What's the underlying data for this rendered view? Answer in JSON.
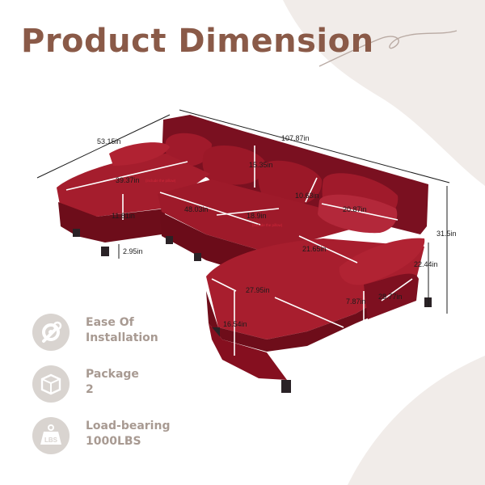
{
  "title": "Product Dimension",
  "colors": {
    "title": "#8a5a48",
    "sofa": "#8e1424",
    "sofa_dark": "#5e0a16",
    "sofa_light": "#a8202f",
    "icon_circle": "#d9d4d0",
    "feature_text": "#a89a92",
    "decor": "#ece6e2"
  },
  "dimensions": {
    "total_length": "107.87in",
    "chaise_length": "53.15in",
    "height": "31.5in",
    "chaise_top_width": "39.37in",
    "chaise_top_note": "(include the pillow)",
    "seat_depth": "48.03in",
    "seat_height": "11.81in",
    "leg_height": "2.95in",
    "back_cushion_height": "15.35in",
    "back_cushion_depth": "10.63in",
    "pillow_width": "20.87in",
    "middle_seat": "18.9in",
    "middle_seat_note": "(include the pillow)",
    "right_inner": "21.65in",
    "arm_height": "22.44in",
    "chaise_depth": "27.95in",
    "arm_width": "7.87in",
    "chaise_side": "28.77in",
    "front_height": "16.54in"
  },
  "features": [
    {
      "icon": "wrench-gear-icon",
      "line1": "Ease Of",
      "line2": "Installation"
    },
    {
      "icon": "package-box-icon",
      "line1": "Package",
      "line2": "2"
    },
    {
      "icon": "weight-lbs-icon",
      "line1": "Load-bearing",
      "line2": "1000LBS"
    }
  ]
}
